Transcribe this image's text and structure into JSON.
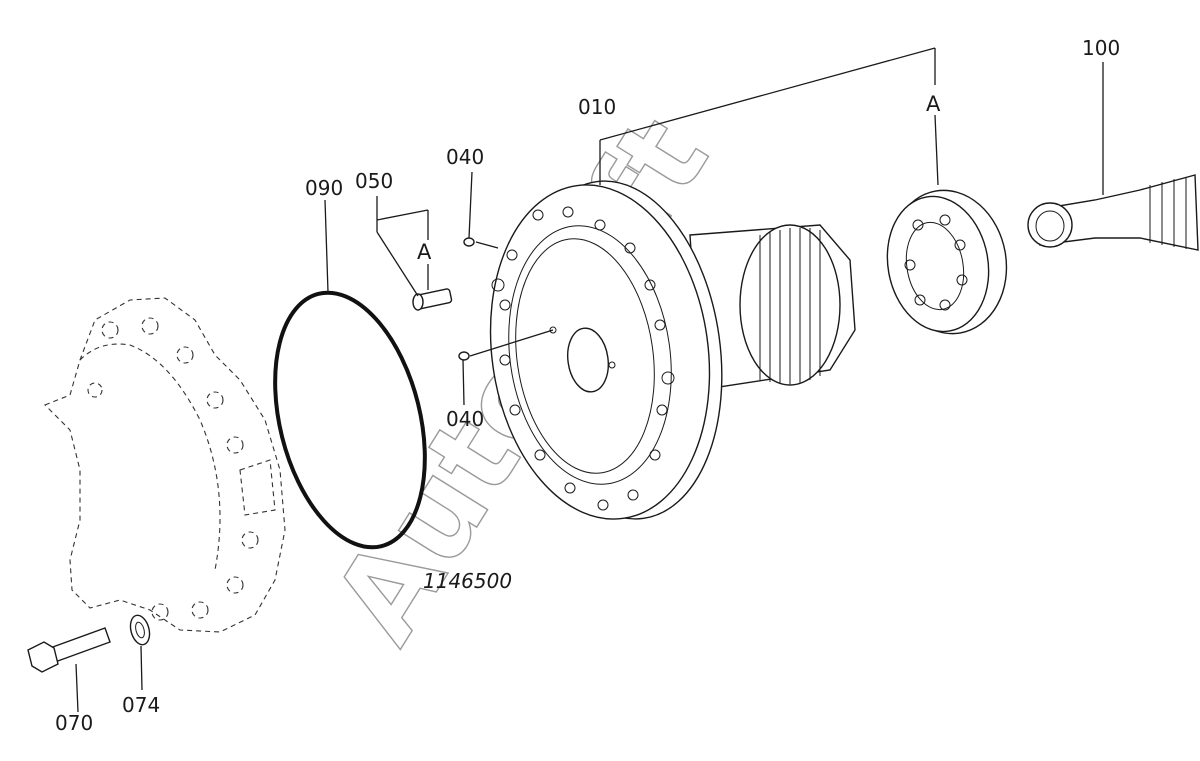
{
  "labels": {
    "p010": "010",
    "p040_top": "040",
    "p040_bottom": "040",
    "p050": "050",
    "p070": "070",
    "p074": "074",
    "p090": "090",
    "p100": "100",
    "ref_a_left": "A",
    "ref_a_right": "A"
  },
  "drawing_number": "1146500",
  "watermark": "AutoSoft"
}
